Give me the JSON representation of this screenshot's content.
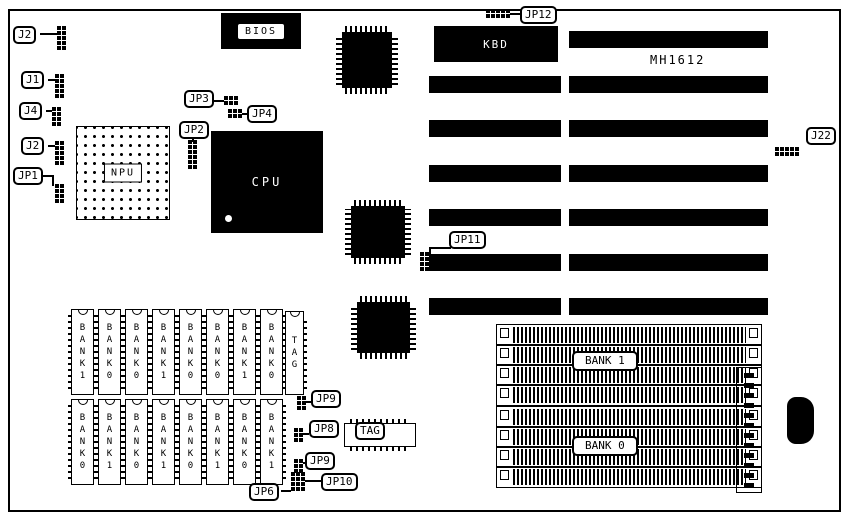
{
  "board": {
    "model": "MH1612"
  },
  "chips": {
    "bios": "BIOS",
    "kbd": "KBD",
    "npu": "NPU",
    "cpu": "CPU"
  },
  "jumper_labels": {
    "j2_top": "J2",
    "j1": "J1",
    "j4": "J4",
    "j2_mid": "J2",
    "jp1": "JP1",
    "jp2": "JP2",
    "jp3": "JP3",
    "jp4": "JP4",
    "jp12": "JP12",
    "j22": "J22",
    "jp11": "JP11",
    "jp9_upper": "JP9",
    "jp8": "JP8",
    "jp9_lower": "JP9",
    "jp6": "JP6",
    "jp10": "JP10"
  },
  "memory": {
    "bank1_label": "BANK 1",
    "bank0_label": "BANK 0",
    "simm_rows_bank1": 4,
    "simm_rows_bank0": 4
  },
  "cache": {
    "row1_chips": [
      "BANK1",
      "BANK0",
      "BANK0",
      "BANK1",
      "BANK0",
      "BANK0",
      "BANK1",
      "BANK0"
    ],
    "row2_chips": [
      "BANK0",
      "BANK1",
      "BANK0",
      "BANK1",
      "BANK0",
      "BANK1",
      "BANK0",
      "BANK1"
    ],
    "tag_vertical": "TAG",
    "tag_label": "TAG"
  }
}
